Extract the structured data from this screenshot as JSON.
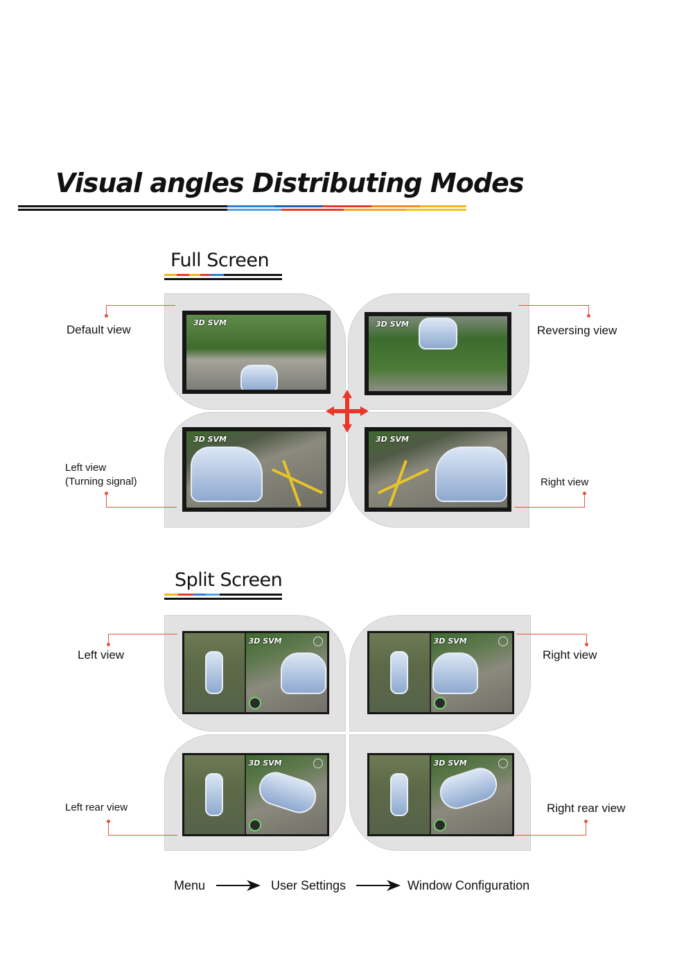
{
  "title": "Visual angles Distributing Modes",
  "full_screen": {
    "heading": "Full Screen",
    "badge": "3D SVM",
    "views": {
      "top_left": "Default view",
      "top_right": "Reversing view",
      "bottom_left_line1": "Left view",
      "bottom_left_line2": "(Turning signal)",
      "bottom_right": "Right view"
    }
  },
  "split_screen": {
    "heading": "Split Screen",
    "badge": "3D SVM",
    "views": {
      "top_left": "Left view",
      "top_right": "Right view",
      "bottom_left": "Left rear view",
      "bottom_right": "Right rear view"
    }
  },
  "menu_path": [
    "Menu",
    "User Settings",
    "Window Configuration"
  ],
  "colors": {
    "accent_red": "#e53b2c",
    "leader_red": "#e8543a",
    "accent_blue": "#2d7fd1",
    "accent_yellow": "#f5b21d",
    "panel_gray": "#e2e2e2"
  },
  "icons": [
    "four-way-arrow-icon",
    "right-arrow-icon"
  ]
}
